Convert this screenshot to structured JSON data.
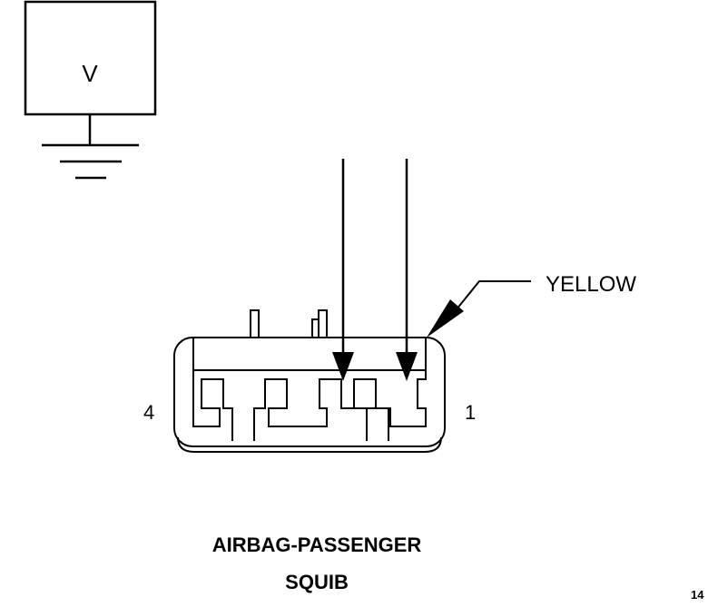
{
  "meter": {
    "symbol": "V"
  },
  "connector": {
    "pin_left": "4",
    "pin_right": "1",
    "wire_color": "YELLOW"
  },
  "caption": {
    "line1": "AIRBAG-PASSENGER",
    "line2": "SQUIB"
  },
  "figure_id": "14"
}
